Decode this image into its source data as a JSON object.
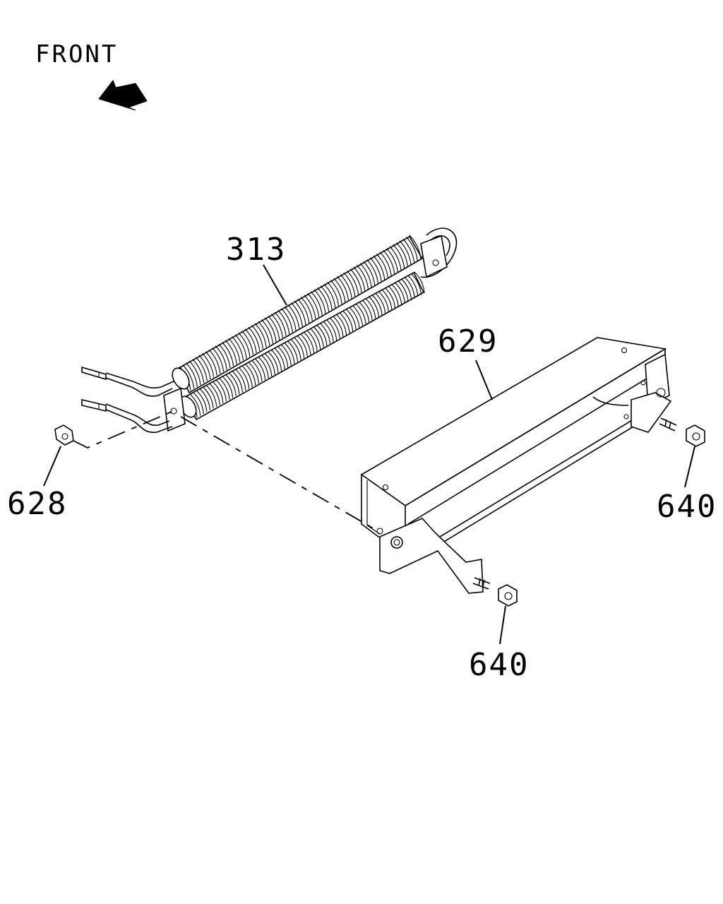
{
  "diagram": {
    "orientation_label": "FRONT",
    "orientation_icon": "arrow-up-left-icon",
    "parts": [
      {
        "id": "313",
        "label": "313"
      },
      {
        "id": "629",
        "label": "629"
      },
      {
        "id": "628",
        "label": "628"
      },
      {
        "id": "640a",
        "label": "640"
      },
      {
        "id": "640b",
        "label": "640"
      }
    ]
  }
}
